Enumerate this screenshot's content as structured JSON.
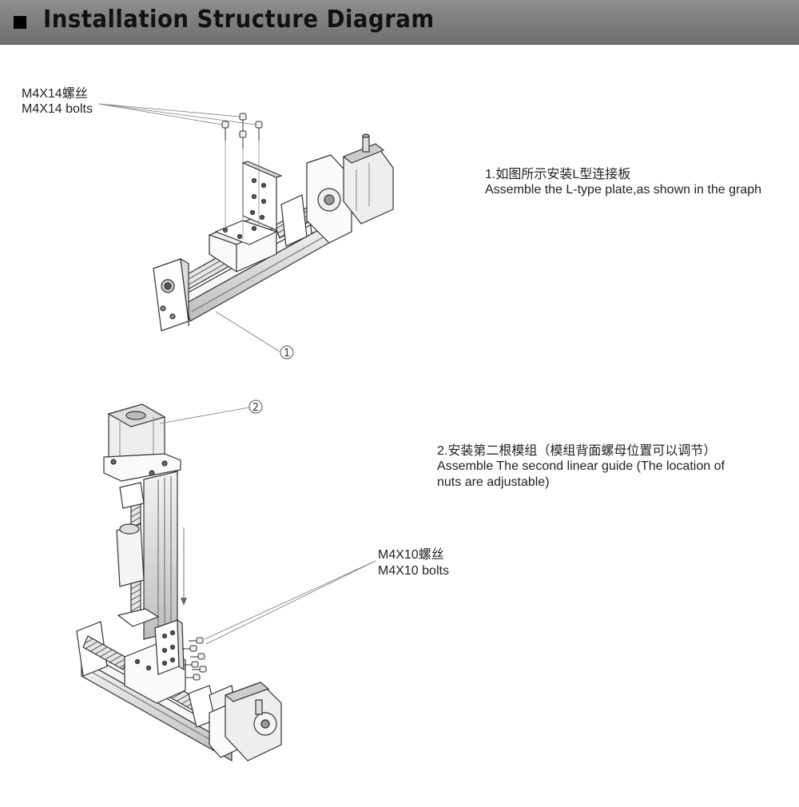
{
  "header": {
    "title": "Installation Structure Diagram"
  },
  "step1": {
    "bolt_cn": "M4X14螺丝",
    "bolt_en": "M4X14 bolts",
    "text_cn": "1.如图所示安装L型连接板",
    "text_en": "Assemble the L-type plate,as shown in the graph",
    "callout": "1"
  },
  "step2": {
    "bolt_cn": "M4X10螺丝",
    "bolt_en": "M4X10 bolts",
    "text_cn": "2.安装第二根模组（模组背面螺母位置可以调节）",
    "text_en_1": "Assemble The second linear guide (The location of",
    "text_en_2": "nuts are adjustable)",
    "callout": "2"
  }
}
